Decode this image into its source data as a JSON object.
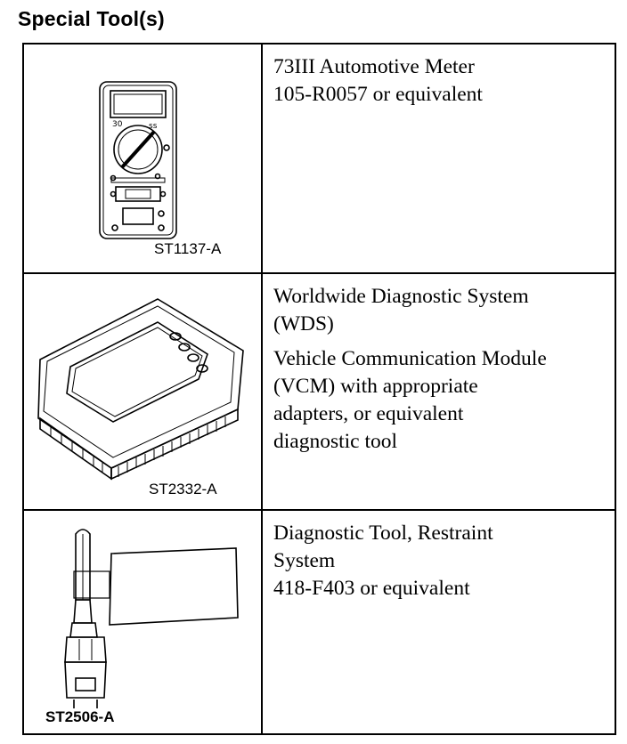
{
  "page": {
    "title": "Special Tool(s)"
  },
  "tools": [
    {
      "code": "ST1137-A",
      "icon": "multimeter-icon",
      "description_lines": [
        "73III Automotive Meter",
        "105-R0057 or equivalent"
      ]
    },
    {
      "code": "ST2332-A",
      "icon": "diagnostic-system-icon",
      "description_lines": [
        "Worldwide Diagnostic System",
        "(WDS)"
      ],
      "description_lines_2": [
        "Vehicle Communication Module",
        "(VCM) with appropriate",
        "adapters, or equivalent",
        "diagnostic tool"
      ]
    },
    {
      "code": "ST2506-A",
      "icon": "restraint-diagnostic-tool-icon",
      "description_lines": [
        "Diagnostic Tool, Restraint",
        "System",
        "418-F403 or equivalent"
      ]
    }
  ]
}
